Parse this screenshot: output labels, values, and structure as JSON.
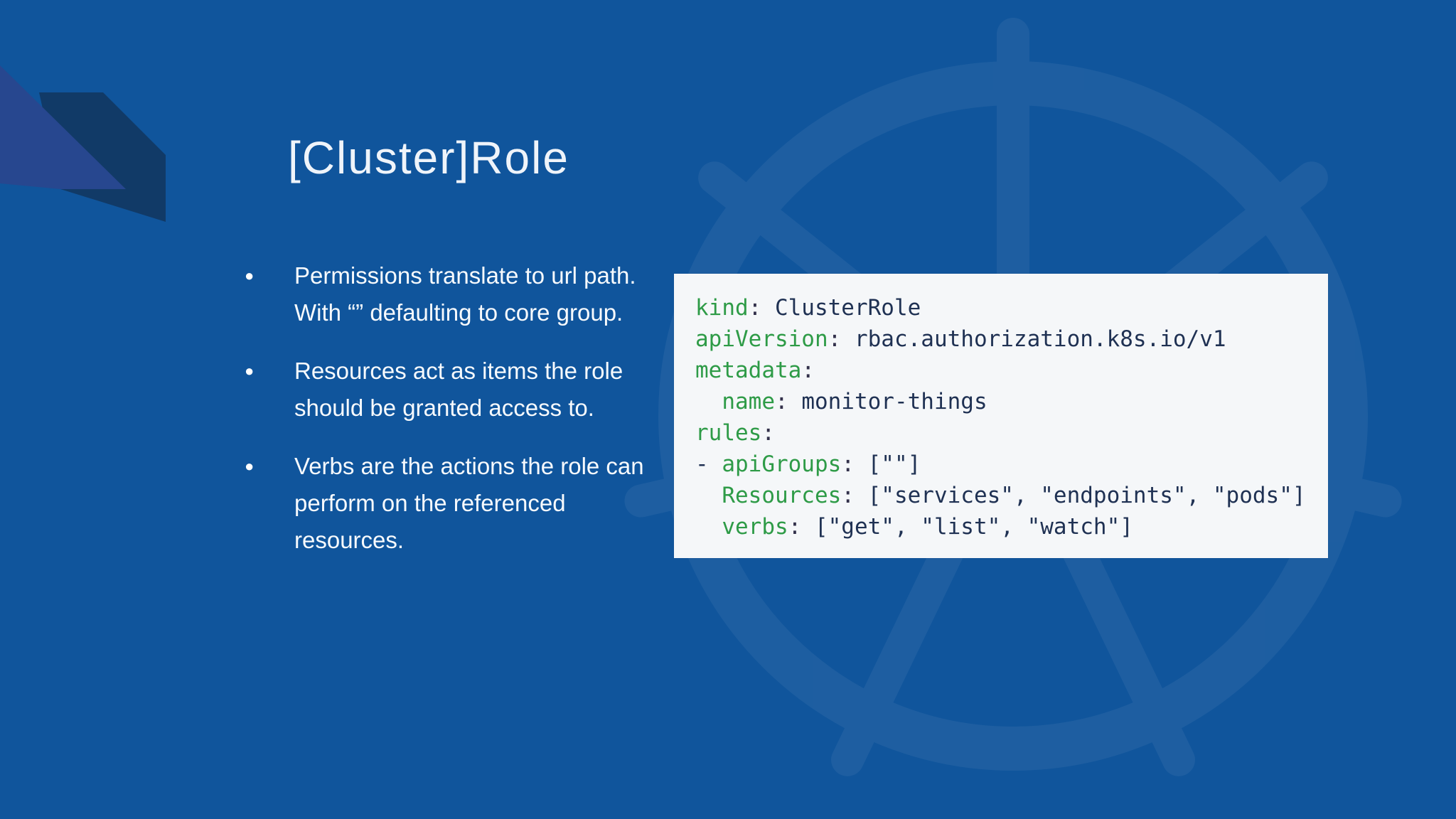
{
  "slide": {
    "title": "[Cluster]Role",
    "bullet_glyph": "●",
    "bullets": [
      "Permissions translate to url path.  With “” defaulting to core group.",
      "Resources act as items the role should be granted access to.",
      "Verbs are the actions the role can perform on the referenced resources."
    ]
  },
  "code_block": {
    "language": "yaml",
    "lines": [
      {
        "segments": [
          {
            "text": "kind",
            "type": "key"
          },
          {
            "text": ": ",
            "type": "punct"
          },
          {
            "text": "ClusterRole",
            "type": "value"
          }
        ]
      },
      {
        "segments": [
          {
            "text": "apiVersion",
            "type": "key"
          },
          {
            "text": ": ",
            "type": "punct"
          },
          {
            "text": "rbac.authorization.k8s.io/v1",
            "type": "value"
          }
        ]
      },
      {
        "segments": [
          {
            "text": "metadata",
            "type": "key"
          },
          {
            "text": ":",
            "type": "punct"
          }
        ]
      },
      {
        "segments": [
          {
            "text": "  ",
            "type": "value"
          },
          {
            "text": "name",
            "type": "key"
          },
          {
            "text": ": ",
            "type": "punct"
          },
          {
            "text": "monitor-things",
            "type": "value"
          }
        ]
      },
      {
        "segments": [
          {
            "text": "rules",
            "type": "key"
          },
          {
            "text": ":",
            "type": "punct"
          }
        ]
      },
      {
        "segments": [
          {
            "text": "- ",
            "type": "value"
          },
          {
            "text": "apiGroups",
            "type": "key"
          },
          {
            "text": ": ",
            "type": "punct"
          },
          {
            "text": "[\"\"]",
            "type": "value"
          }
        ]
      },
      {
        "segments": [
          {
            "text": "  ",
            "type": "value"
          },
          {
            "text": "Resources",
            "type": "key"
          },
          {
            "text": ": ",
            "type": "punct"
          },
          {
            "text": "[\"services\", \"endpoints\", \"pods\"]",
            "type": "value"
          }
        ]
      },
      {
        "segments": [
          {
            "text": "  ",
            "type": "value"
          },
          {
            "text": "verbs",
            "type": "key"
          },
          {
            "text": ": ",
            "type": "punct"
          },
          {
            "text": "[\"get\", \"list\", \"watch\"]",
            "type": "value"
          }
        ]
      }
    ]
  },
  "colors": {
    "background": "#10559C",
    "ribbon_indigo": "#27478F",
    "ribbon_navy": "#113A67",
    "watermark": "rgba(255,255,255,0.055)",
    "code_background": "#F5F7F9",
    "code_key": "#2E9B47",
    "code_value": "#1F3153",
    "text": "#F7FAFD"
  },
  "background": {
    "watermark_icon": "kubernetes-helm-wheel"
  }
}
